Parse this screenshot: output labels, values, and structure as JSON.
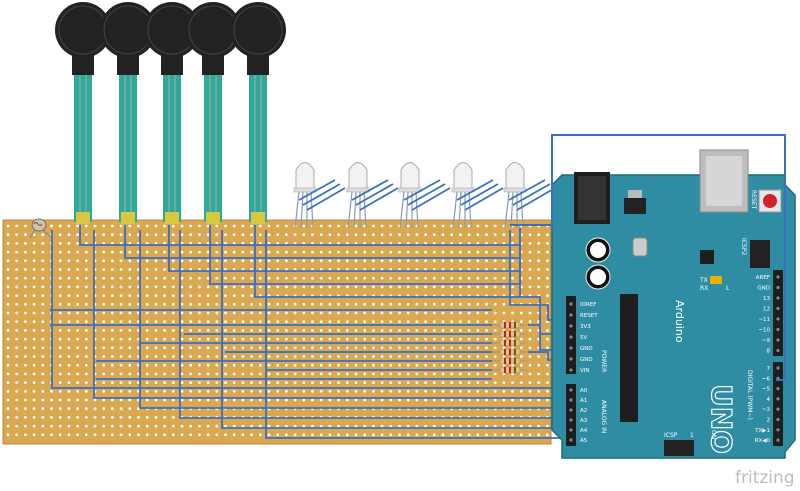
{
  "diagram": {
    "board_name": "UNO",
    "brand": "Arduino",
    "watermark": "fritzing",
    "labels": {
      "reset": "RESET",
      "icsp2": "ICSP2",
      "icsp": "ICSP",
      "tx": "TX",
      "rx": "RX",
      "l": "L",
      "on": "ON",
      "power": "POWER",
      "analog_in": "ANALOG IN",
      "digital": "DIGITAL (PWM~)",
      "one": "1"
    },
    "power_pins": [
      "IOREF",
      "RESET",
      "3V3",
      "5V",
      "GND",
      "GND",
      "VIN"
    ],
    "analog_pins": [
      "A0",
      "A1",
      "A2",
      "A3",
      "A4",
      "A5"
    ],
    "digital_pins_top": [
      "AREF",
      "GND",
      "13",
      "12",
      "~11",
      "~10",
      "~9",
      "8"
    ],
    "digital_pins_bottom": [
      "7",
      "~6",
      "~5",
      "4",
      "~3",
      "2",
      "TX▶1",
      "RX◀0"
    ],
    "components": {
      "force_sensors": 5,
      "rgb_leds": 5,
      "resistors": 6,
      "photoresistor": 1
    },
    "colors": {
      "board": "#2f8da3",
      "perfboard": "#d9a850",
      "wire": "#3a6fc4",
      "sensor_lead": "#2eaa98",
      "sensor_head": "#222222"
    }
  }
}
